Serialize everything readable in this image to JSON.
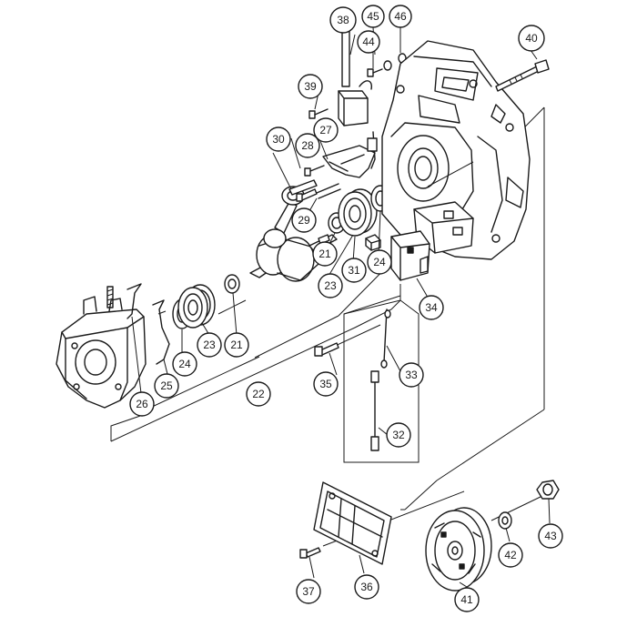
{
  "callouts": [
    {
      "id": "c21a",
      "num": "21"
    },
    {
      "id": "c21b",
      "num": "21"
    },
    {
      "id": "c22",
      "num": "22"
    },
    {
      "id": "c23a",
      "num": "23"
    },
    {
      "id": "c23b",
      "num": "23"
    },
    {
      "id": "c24a",
      "num": "24"
    },
    {
      "id": "c24b",
      "num": "24"
    },
    {
      "id": "c25",
      "num": "25"
    },
    {
      "id": "c26",
      "num": "26"
    },
    {
      "id": "c27",
      "num": "27"
    },
    {
      "id": "c28",
      "num": "28"
    },
    {
      "id": "c29",
      "num": "29"
    },
    {
      "id": "c30",
      "num": "30"
    },
    {
      "id": "c31",
      "num": "31"
    },
    {
      "id": "c32",
      "num": "32"
    },
    {
      "id": "c33",
      "num": "33"
    },
    {
      "id": "c34",
      "num": "34"
    },
    {
      "id": "c35",
      "num": "35"
    },
    {
      "id": "c36",
      "num": "36"
    },
    {
      "id": "c37",
      "num": "37"
    },
    {
      "id": "c38",
      "num": "38"
    },
    {
      "id": "c39",
      "num": "39"
    },
    {
      "id": "c40",
      "num": "40"
    },
    {
      "id": "c41",
      "num": "41"
    },
    {
      "id": "c42",
      "num": "42"
    },
    {
      "id": "c43",
      "num": "43"
    },
    {
      "id": "c44",
      "num": "44"
    },
    {
      "id": "c45",
      "num": "45"
    },
    {
      "id": "c46",
      "num": "46"
    }
  ]
}
